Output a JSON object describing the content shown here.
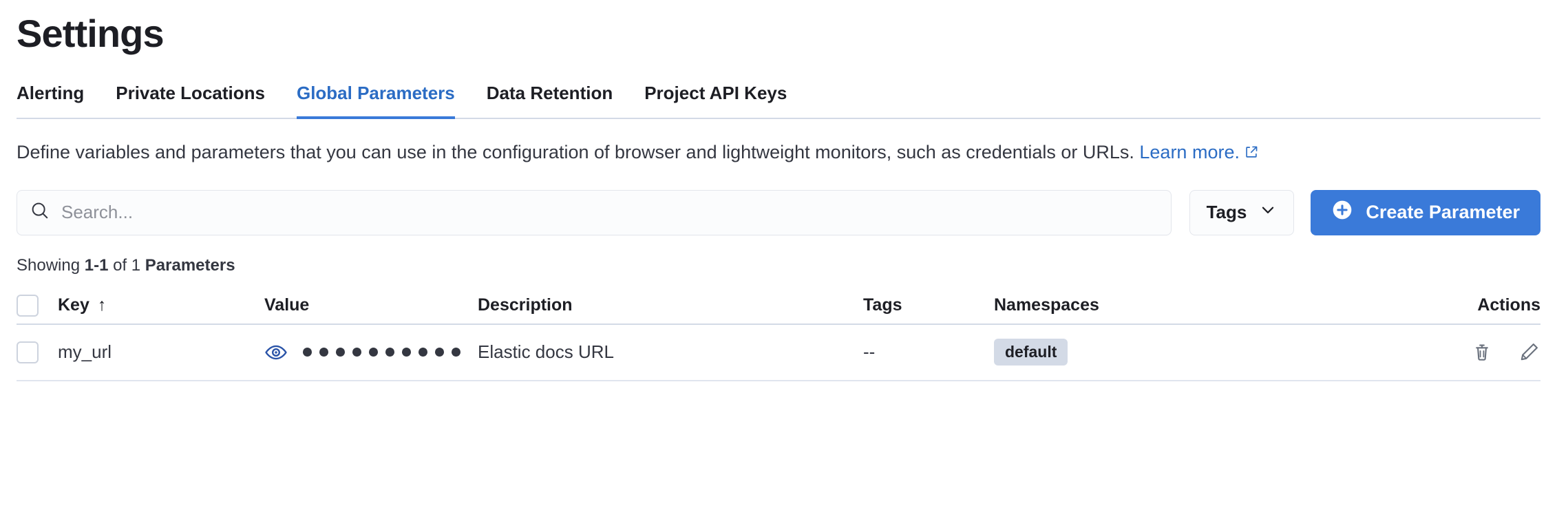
{
  "header": {
    "title": "Settings"
  },
  "tabs": [
    {
      "label": "Alerting",
      "active": false
    },
    {
      "label": "Private Locations",
      "active": false
    },
    {
      "label": "Global Parameters",
      "active": true
    },
    {
      "label": "Data Retention",
      "active": false
    },
    {
      "label": "Project API Keys",
      "active": false
    }
  ],
  "description": {
    "text": "Define variables and parameters that you can use in the configuration of browser and lightweight monitors, such as credentials or URLs.",
    "link_label": "Learn more.",
    "link_icon": "external-link-icon"
  },
  "controls": {
    "search": {
      "icon": "search-icon",
      "placeholder": "Search...",
      "value": ""
    },
    "tags_filter": {
      "label": "Tags",
      "icon": "chevron-down-icon"
    },
    "create_button": {
      "label": "Create Parameter",
      "icon": "plus-circle-icon"
    }
  },
  "results_summary": {
    "prefix": "Showing",
    "range": "1-1",
    "middle": "of 1",
    "entity": "Parameters"
  },
  "table": {
    "columns": [
      {
        "key": "select",
        "label": "",
        "sort": ""
      },
      {
        "key": "key",
        "label": "Key",
        "sort": "asc"
      },
      {
        "key": "value",
        "label": "Value",
        "sort": ""
      },
      {
        "key": "description",
        "label": "Description",
        "sort": ""
      },
      {
        "key": "tags",
        "label": "Tags",
        "sort": ""
      },
      {
        "key": "namespaces",
        "label": "Namespaces",
        "sort": ""
      },
      {
        "key": "actions",
        "label": "Actions",
        "sort": ""
      }
    ],
    "sort_ascending_glyph": "↑",
    "rows": [
      {
        "selected": false,
        "key": "my_url",
        "value_masked_dots": 10,
        "value_reveal_icon": "eye-icon",
        "description": "Elastic docs URL",
        "tags": "--",
        "namespaces": [
          "default"
        ],
        "actions": [
          {
            "name": "delete-icon",
            "label": "Delete"
          },
          {
            "name": "edit-icon",
            "label": "Edit"
          }
        ]
      }
    ]
  },
  "colors": {
    "accent_blue": "#3a7ad9",
    "link_blue": "#2b6cc4",
    "text_dark": "#1d1e24",
    "text_body": "#343741",
    "border": "#d3dae6",
    "badge_bg": "#d3dae6",
    "subdued": "#8e9199"
  }
}
